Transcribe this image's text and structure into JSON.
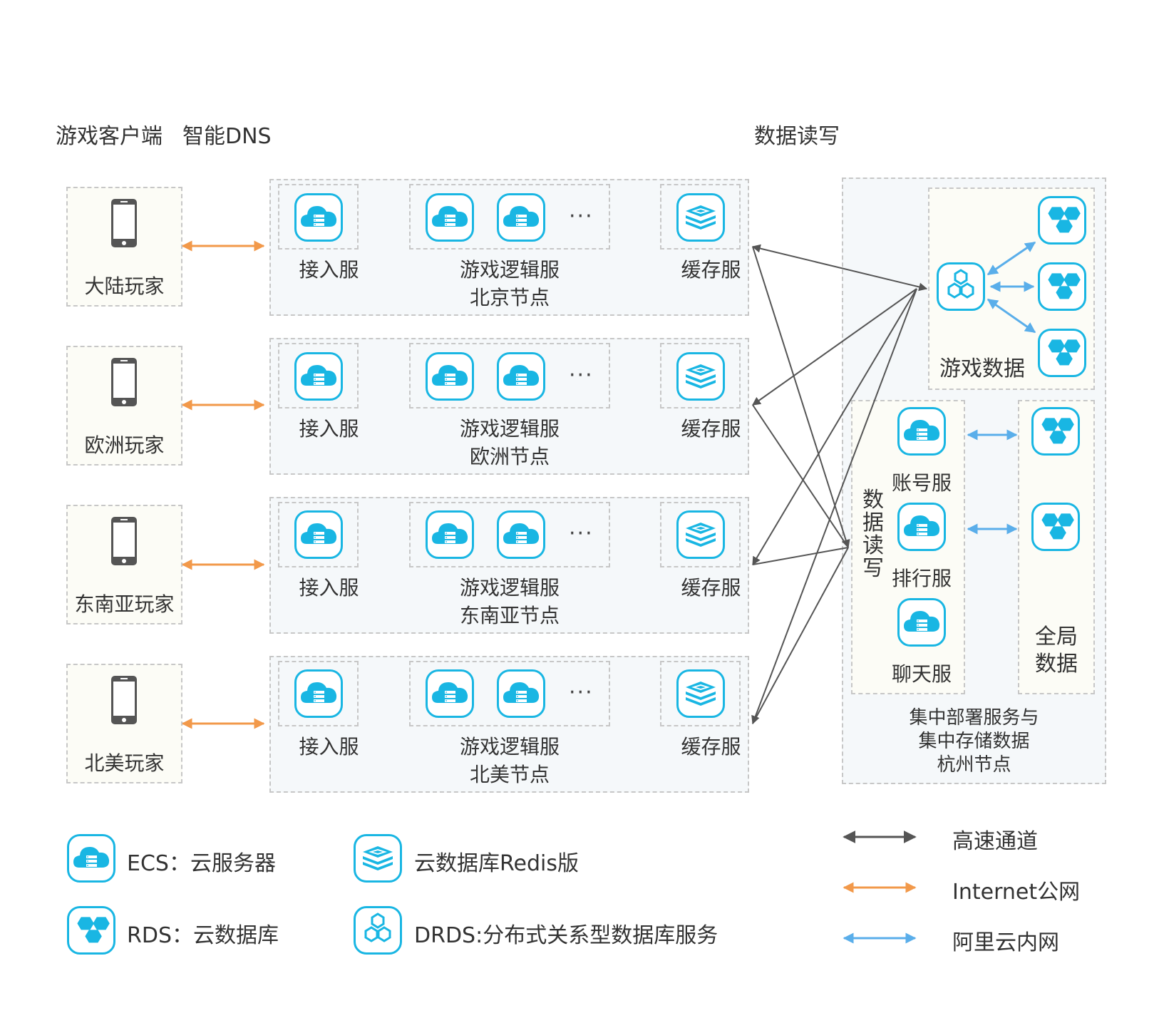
{
  "header": {
    "client_title": "游戏客户端",
    "dns_title": "智能DNS",
    "rw_title": "数据读写"
  },
  "regions": [
    {
      "player": "大陆玩家",
      "access": "接入服",
      "logic": "游戏逻辑服",
      "cache": "缓存服",
      "node": "北京节点"
    },
    {
      "player": "欧洲玩家",
      "access": "接入服",
      "logic": "游戏逻辑服",
      "cache": "缓存服",
      "node": "欧洲节点"
    },
    {
      "player": "东南亚玩家",
      "access": "接入服",
      "logic": "游戏逻辑服",
      "cache": "缓存服",
      "node": "东南亚节点"
    },
    {
      "player": "北美玩家",
      "access": "接入服",
      "logic": "游戏逻辑服",
      "cache": "缓存服",
      "node": "北美节点"
    }
  ],
  "ellipsis": "···",
  "central": {
    "game_data": "游戏数据",
    "rw_vertical": "数据读写",
    "account": "账号服",
    "rank": "排行服",
    "chat": "聊天服",
    "global_data_l1": "全局",
    "global_data_l2": "数据",
    "caption_l1": "集中部署服务与",
    "caption_l2": "集中存储数据",
    "caption_l3": "杭州节点"
  },
  "legend": {
    "ecs": "ECS：云服务器",
    "redis": "云数据库Redis版",
    "rds": "RDS：云数据库",
    "drds": "DRDS:分布式关系型数据库服务",
    "highspeed": "高速通道",
    "internet": "Internet公网",
    "intranet": "阿里云内网"
  },
  "colors": {
    "icon_accent": "#19b6e3",
    "highspeed": "#555555",
    "internet": "#f2994a",
    "intranet": "#5aaeea"
  }
}
